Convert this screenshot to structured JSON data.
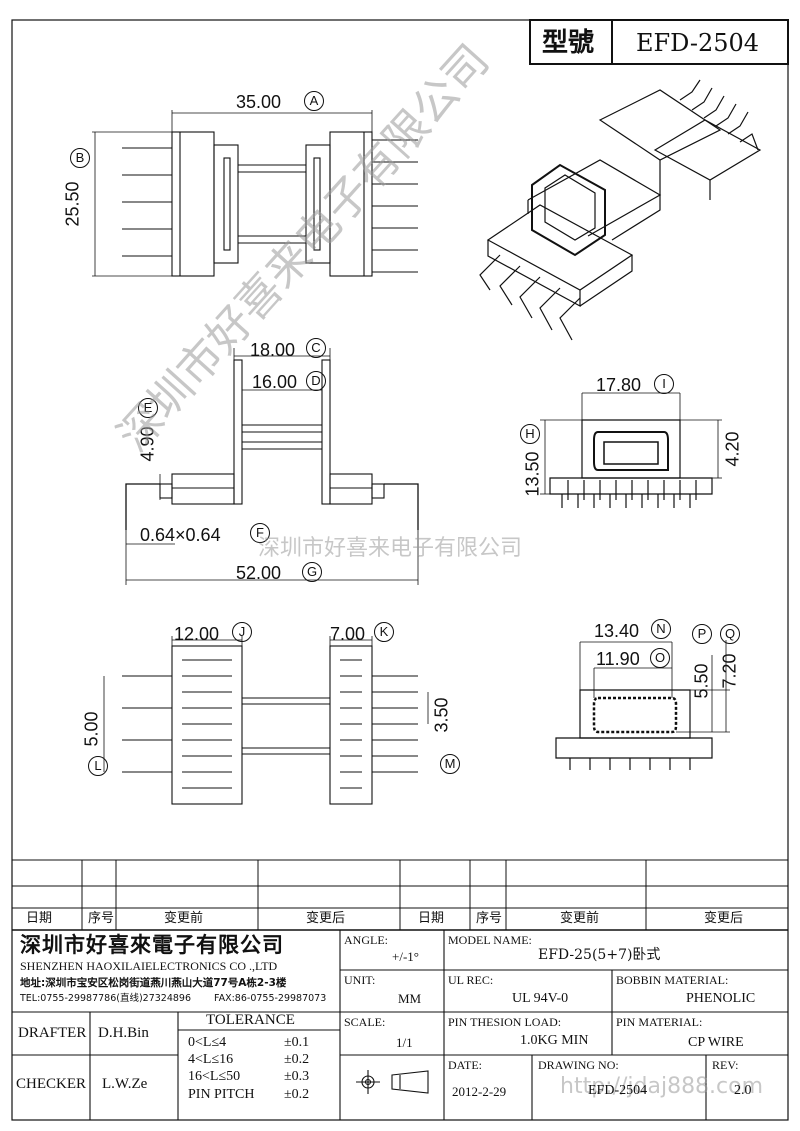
{
  "header": {
    "model_label": "型號",
    "model_value": "EFD-2504"
  },
  "dims": {
    "A": "35.00",
    "A_mark": "A",
    "B": "25.50",
    "B_mark": "B",
    "C": "18.00",
    "C_mark": "C",
    "D": "16.00",
    "D_mark": "D",
    "E": "4.90",
    "E_mark": "E",
    "F": "0.64×0.64",
    "F_mark": "F",
    "G": "52.00",
    "G_mark": "G",
    "H": "13.50",
    "H_mark": "H",
    "I": "17.80",
    "I_mark": "I",
    "I2": "4.20",
    "J": "12.00",
    "J_mark": "J",
    "K": "7.00",
    "K_mark": "K",
    "L": "5.00",
    "L_mark": "L",
    "M": "3.50",
    "M_mark": "M",
    "N": "13.40",
    "N_mark": "N",
    "O": "11.90",
    "O_mark": "O",
    "P": "5.50",
    "P_mark": "P",
    "Q": "7.20",
    "Q_mark": "Q"
  },
  "watermark": {
    "diagonal": "深圳市好喜来电子有限公司",
    "center": "深圳市好喜来电子有限公司",
    "url": "http://jdaj888.com"
  },
  "revision_table": {
    "headers_left": [
      "日期",
      "序号",
      "变更前",
      "变更后"
    ],
    "headers_right": [
      "日期",
      "序号",
      "变更前",
      "变更后"
    ]
  },
  "company": {
    "name_cn": "深圳市好喜來電子有限公司",
    "name_en": "SHENZHEN HAOXILAIELECTRONICS CO .,LTD",
    "address": "地址:深圳市宝安区松岗街道燕川燕山大道77号A栋2-3楼",
    "tel": "TEL:0755-29987786(直线)27324896",
    "fax": "FAX:86-0755-29987073"
  },
  "title_block": {
    "drafter_label": "DRAFTER",
    "drafter_value": "D.H.Bin",
    "checker_label": "CHECKER",
    "checker_value": "L.W.Ze",
    "tolerance_label": "TOLERANCE",
    "tolerances": [
      {
        "range": "0<L≤4",
        "tol": "±0.1"
      },
      {
        "range": "4<L≤16",
        "tol": "±0.2"
      },
      {
        "range": "16<L≤50",
        "tol": "±0.3"
      },
      {
        "range": "PIN PITCH",
        "tol": "±0.2"
      }
    ],
    "angle_label": "ANGLE:",
    "angle_value": "+/-1°",
    "unit_label": "UNIT:",
    "unit_value": "MM",
    "scale_label": "SCALE:",
    "scale_value": "1/1",
    "model_name_label": "MODEL NAME:",
    "model_name_value": "EFD-25(5+7)卧式",
    "ul_label": "UL REC:",
    "ul_value": "UL 94V-0",
    "bobbin_label": "BOBBIN MATERIAL:",
    "bobbin_value": "PHENOLIC",
    "pin_load_label": "PIN THESION LOAD:",
    "pin_load_value": "1.0KG MIN",
    "pin_mat_label": "PIN MATERIAL:",
    "pin_mat_value": "CP  WIRE",
    "date_label": "DATE:",
    "date_value": "2012-2-29",
    "drawing_label": "DRAWING NO:",
    "drawing_value": "EFD-2504",
    "rev_label": "REV:",
    "rev_value": "2.0"
  }
}
